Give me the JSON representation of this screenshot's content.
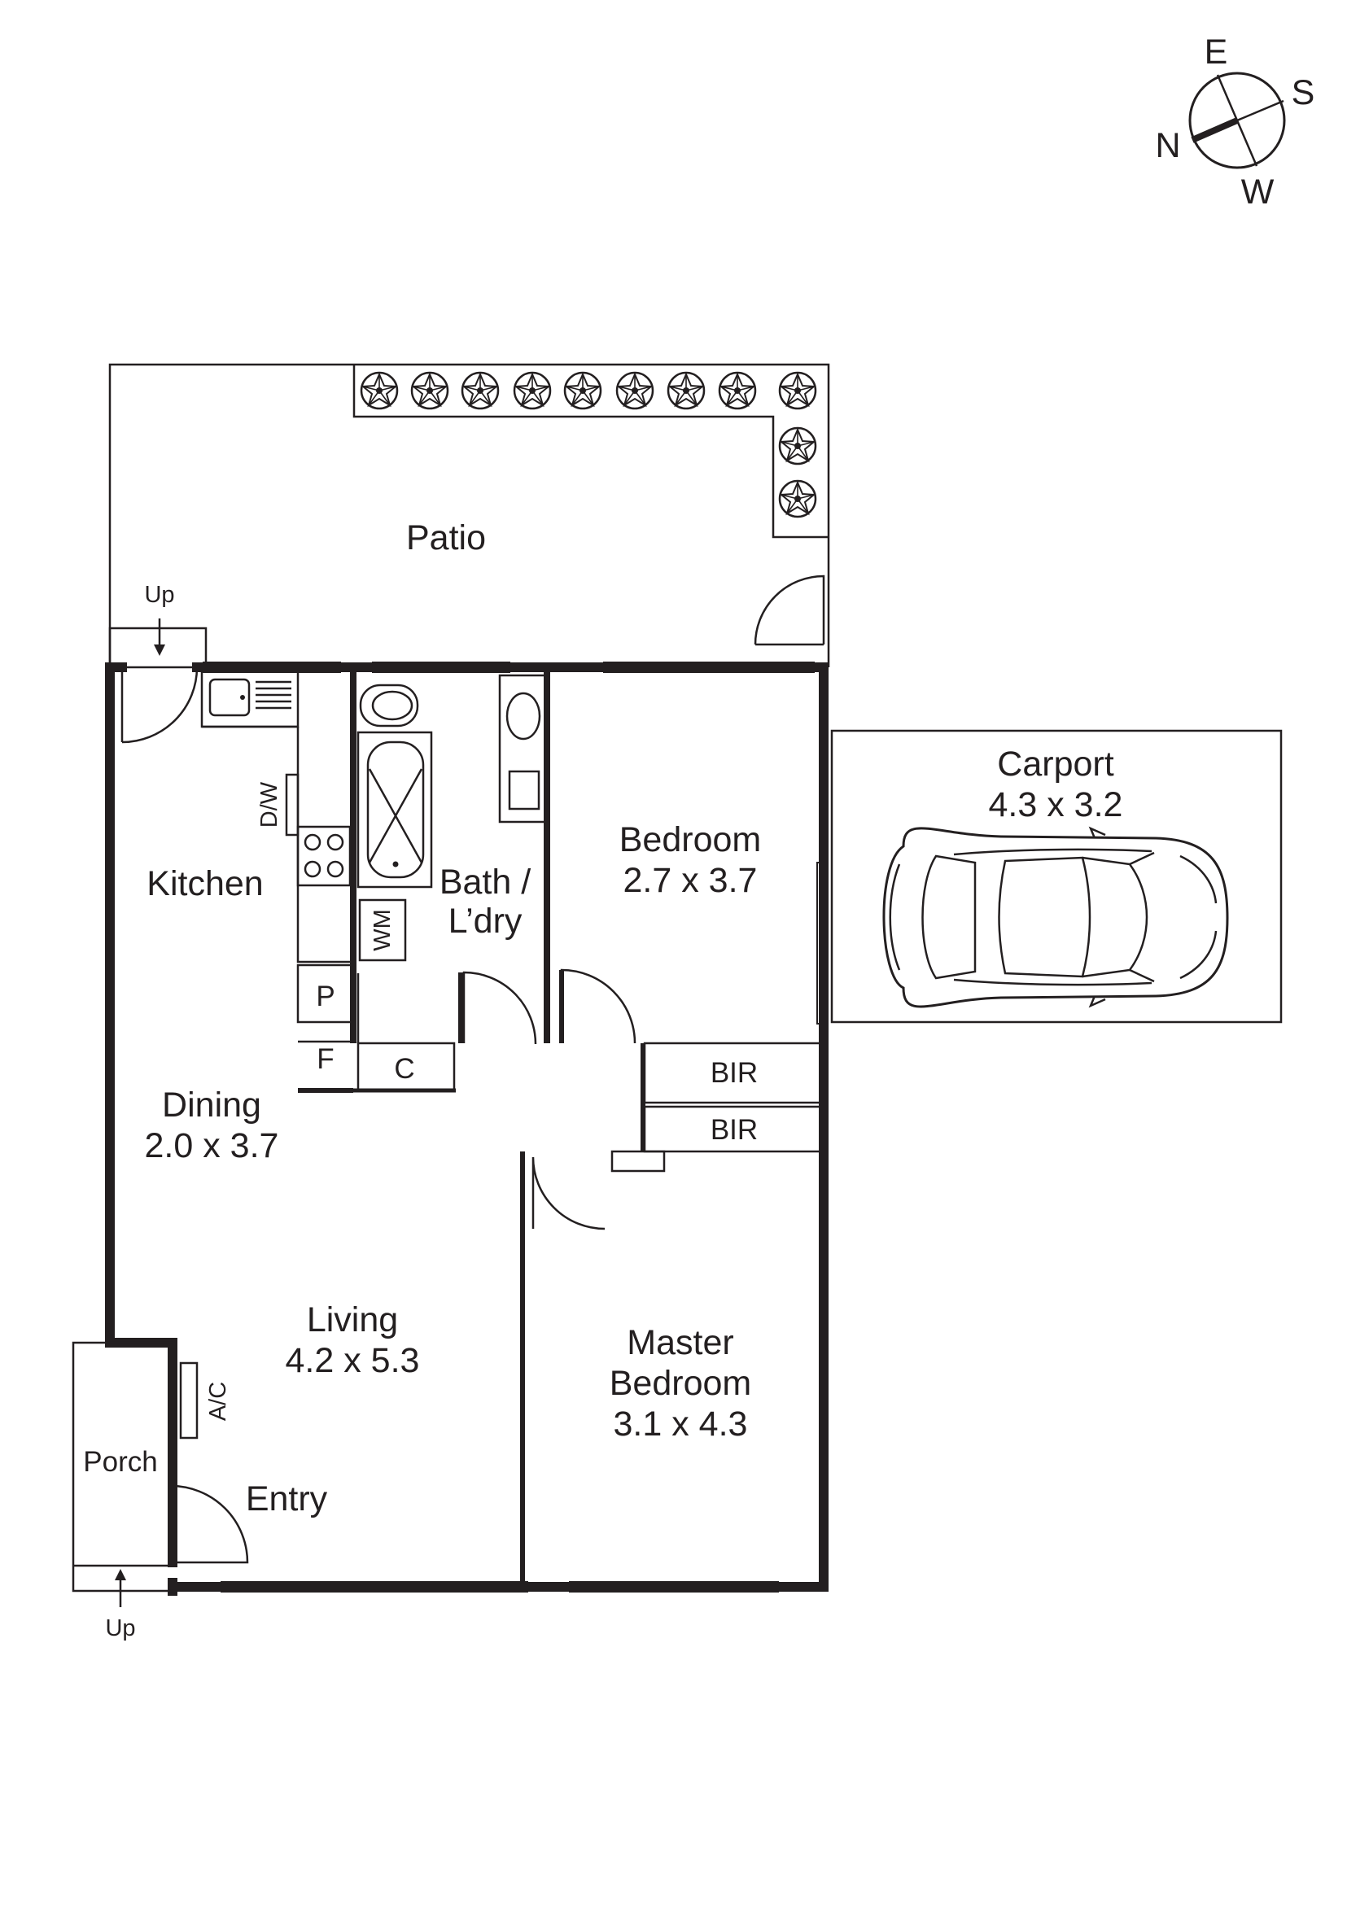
{
  "compass": {
    "north": "N",
    "east": "E",
    "south": "S",
    "west": "W"
  },
  "rooms": {
    "patio": {
      "name": "Patio"
    },
    "carport": {
      "name": "Carport",
      "size": "4.3 x 3.2"
    },
    "kitchen": {
      "name": "Kitchen"
    },
    "bath": {
      "name_line1": "Bath /",
      "name_line2": "L’dry"
    },
    "bedroom": {
      "name": "Bedroom",
      "size": "2.7 x 3.7"
    },
    "dining": {
      "name": "Dining",
      "size": "2.0 x 3.7"
    },
    "living": {
      "name": "Living",
      "size": "4.2 x 5.3"
    },
    "master": {
      "name_line1": "Master",
      "name_line2": "Bedroom",
      "size": "3.1 x 4.3"
    },
    "porch": {
      "name": "Porch"
    },
    "entry": {
      "name": "Entry"
    }
  },
  "fixtures": {
    "dw": "D/W",
    "wm": "WM",
    "pantry": "P",
    "fridge": "F",
    "cupboard": "C",
    "bir_1": "BIR",
    "bir_2": "BIR",
    "ac": "A/C"
  },
  "stairs": {
    "patio_up": "Up",
    "porch_up": "Up"
  }
}
